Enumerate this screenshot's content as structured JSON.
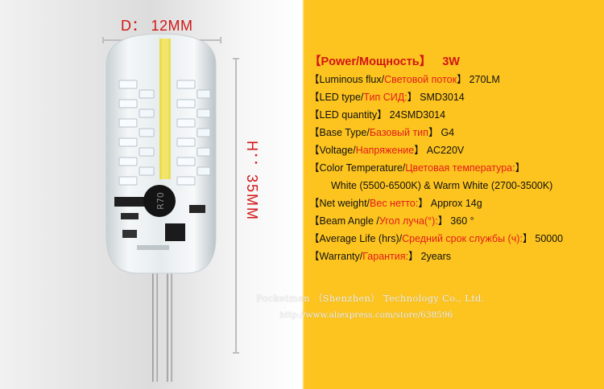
{
  "dimensions": {
    "diameter_label": "D： 12MM",
    "height_label": "H： 35MM"
  },
  "specs": {
    "title_open": "【Power/Мощность】",
    "title_value": "3W",
    "rows": [
      {
        "en": "【Luminous flux/",
        "ru": "Световой поток",
        "close": "】",
        "value": "270LM"
      },
      {
        "en": "【LED type/",
        "ru": "Тип СИД:",
        "close": "】",
        "value": "SMD3014"
      },
      {
        "en": "【LED quantity",
        "ru": "",
        "close": "】",
        "value": "24SMD3014"
      },
      {
        "en": "【Base Type/",
        "ru": "Базовый тип",
        "close": "】",
        "value": "G4"
      },
      {
        "en": "【Voltage/",
        "ru": "Напряжение",
        "close": "】",
        "value": "AC220V"
      },
      {
        "en": "【Color Temperature/",
        "ru": "Цветовая температура:",
        "close": "】",
        "value": ""
      },
      {
        "en": "",
        "ru": "",
        "close": "",
        "value": "White (5500-6500K) & Warm White (2700-3500K)",
        "indent": true
      },
      {
        "en": "【Net weight/",
        "ru": "Вес нетто:",
        "close": "】",
        "value": "Approx 14g"
      },
      {
        "en": "【Beam Angle /",
        "ru": "Угол луча(°):",
        "close": "】",
        "value": "360 °"
      },
      {
        "en": "【Average Life (hrs)/",
        "ru": "Средний срок службы (ч):",
        "close": "】",
        "value": "50000"
      },
      {
        "en": "【Warranty/",
        "ru": "Гарантия:",
        "close": "】",
        "value": "2years"
      }
    ]
  },
  "watermark": {
    "company": "Pocketman （Shenzhen） Technology Co., Ltd.",
    "url": "http://www.aliexpress.com/store/638596"
  },
  "chip_marking": "R70"
}
